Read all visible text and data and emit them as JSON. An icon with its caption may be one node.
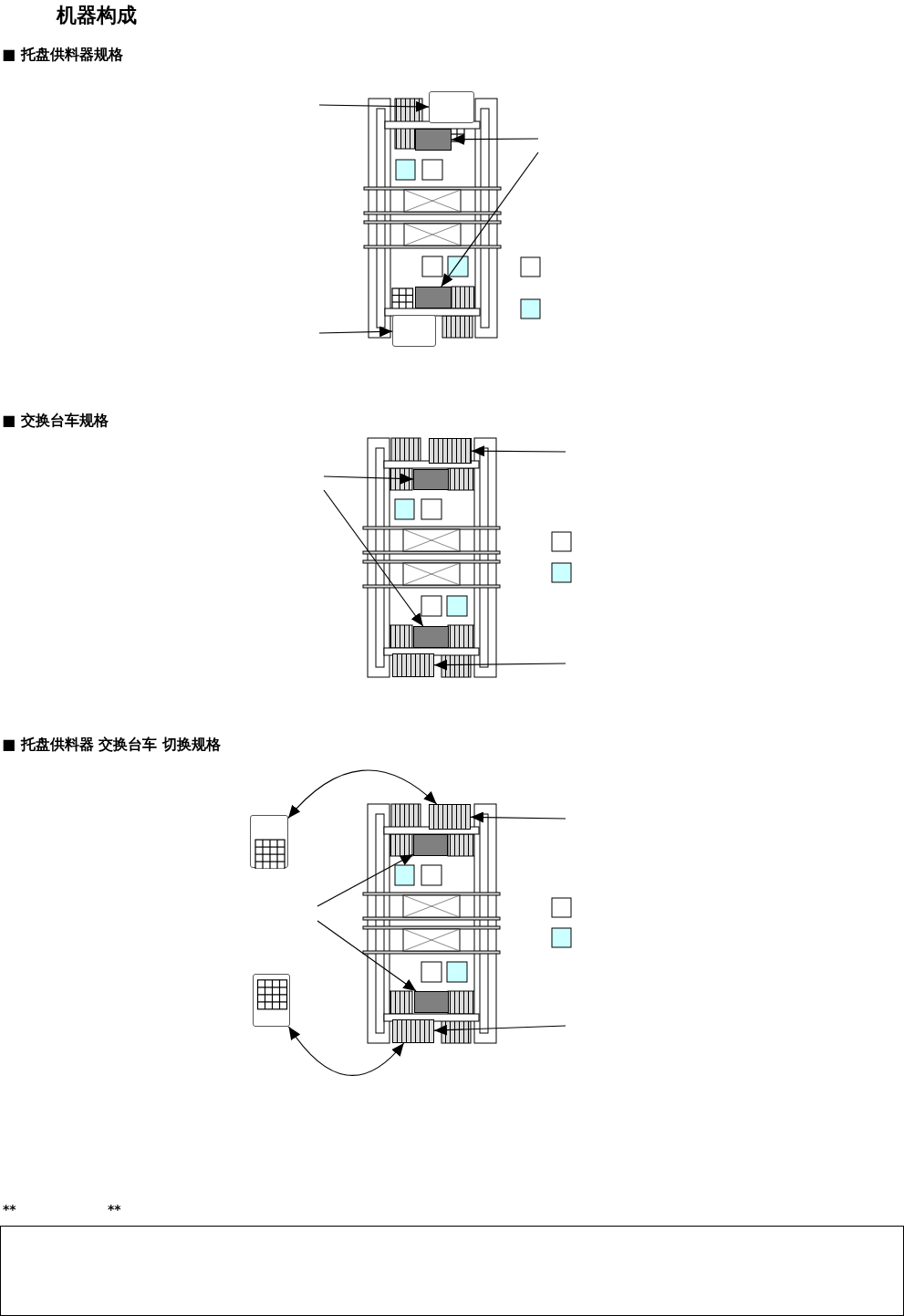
{
  "diagram": {
    "title": "机器构成",
    "nodes": [
      {
        "text": [],
        "shape": "box"
      },
      {
        "text": [],
        "shape": "box"
      },
      {
        "text": [],
        "shape": "box"
      },
      {
        "text": [],
        "shape": "box"
      },
      {
        "text": [],
        "shape": "box"
      },
      {
        "text": [],
        "shape": "box"
      },
      {
        "text": [],
        "shape": "box"
      },
      {
        "text": [],
        "shape": "box"
      },
      {
        "text": [],
        "shape": "box"
      },
      {
        "text": [],
        "shape": "box"
      },
      {
        "text": [],
        "shape": "box"
      },
      {
        "text": [],
        "shape": "box"
      },
      {
        "text": [],
        "shape": "box"
      },
      {
        "text": [],
        "shape": "box"
      },
      {
        "text": [],
        "shape": "box"
      }
    ],
    "edges": [
      {
        "from": null,
        "to": 0,
        "arrow": "to"
      },
      {
        "from": null,
        "to": 1,
        "arrow": "to"
      },
      {
        "from": null,
        "to": 2,
        "arrow": "to"
      },
      {
        "from": null,
        "to": 3,
        "arrow": "to"
      },
      {
        "from": null,
        "to": 4,
        "arrow": "to"
      },
      {
        "from": null,
        "to": 5,
        "arrow": "to"
      },
      {
        "from": null,
        "to": 6,
        "arrow": "to"
      },
      {
        "from": null,
        "to": 7,
        "arrow": "to"
      },
      {
        "from": 8,
        "to": 10,
        "arrow": "both"
      },
      {
        "from": 9,
        "to": 13,
        "arrow": "both"
      },
      {
        "from": null,
        "to": 10,
        "arrow": "to"
      },
      {
        "from": null,
        "to": 11,
        "arrow": "to"
      },
      {
        "from": null,
        "to": 12,
        "arrow": "to"
      },
      {
        "from": null,
        "to": 13,
        "arrow": "to"
      }
    ],
    "labels": [
      "■ 托盘供料器规格",
      "■ 交换台车规格",
      "■ 托盘供料器 交换台车 切换规格",
      "**",
      "**"
    ]
  }
}
